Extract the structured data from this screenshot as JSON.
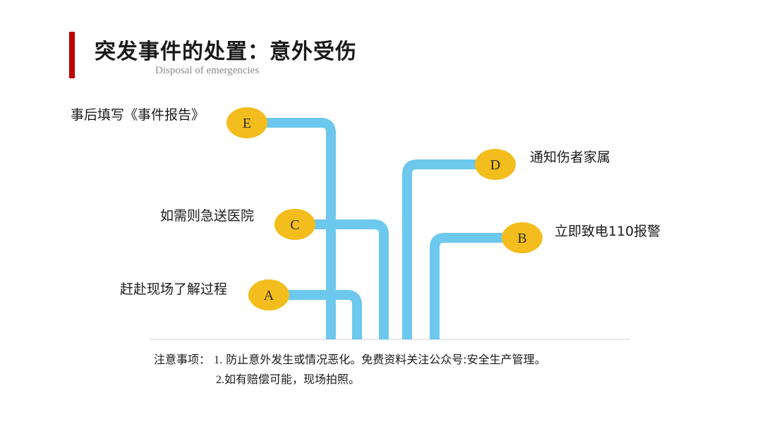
{
  "header": {
    "title": "突发事件的处置：意外受伤",
    "subtitle": "Disposal of emergencies"
  },
  "steps": [
    {
      "id": "A",
      "label": "赶赴现场了解过程"
    },
    {
      "id": "B",
      "label": "立即致电110报警"
    },
    {
      "id": "C",
      "label": "如需则急送医院"
    },
    {
      "id": "D",
      "label": "通知伤者家属"
    },
    {
      "id": "E",
      "label": "事后填写《事件报告》"
    }
  ],
  "notes": {
    "heading": "注意事项：",
    "item1_num": "1.",
    "item1_text": "防止意外发生或情况恶化。免费资料关注公众号:安全生产管理。",
    "item2_num": "2.",
    "item2_text": "如有赔偿可能，现场拍照。"
  },
  "colors": {
    "accent": "#c00000",
    "pipe": "#6cc8ec",
    "node": "#f2bd1d",
    "baseline": "#d9d9d9"
  }
}
